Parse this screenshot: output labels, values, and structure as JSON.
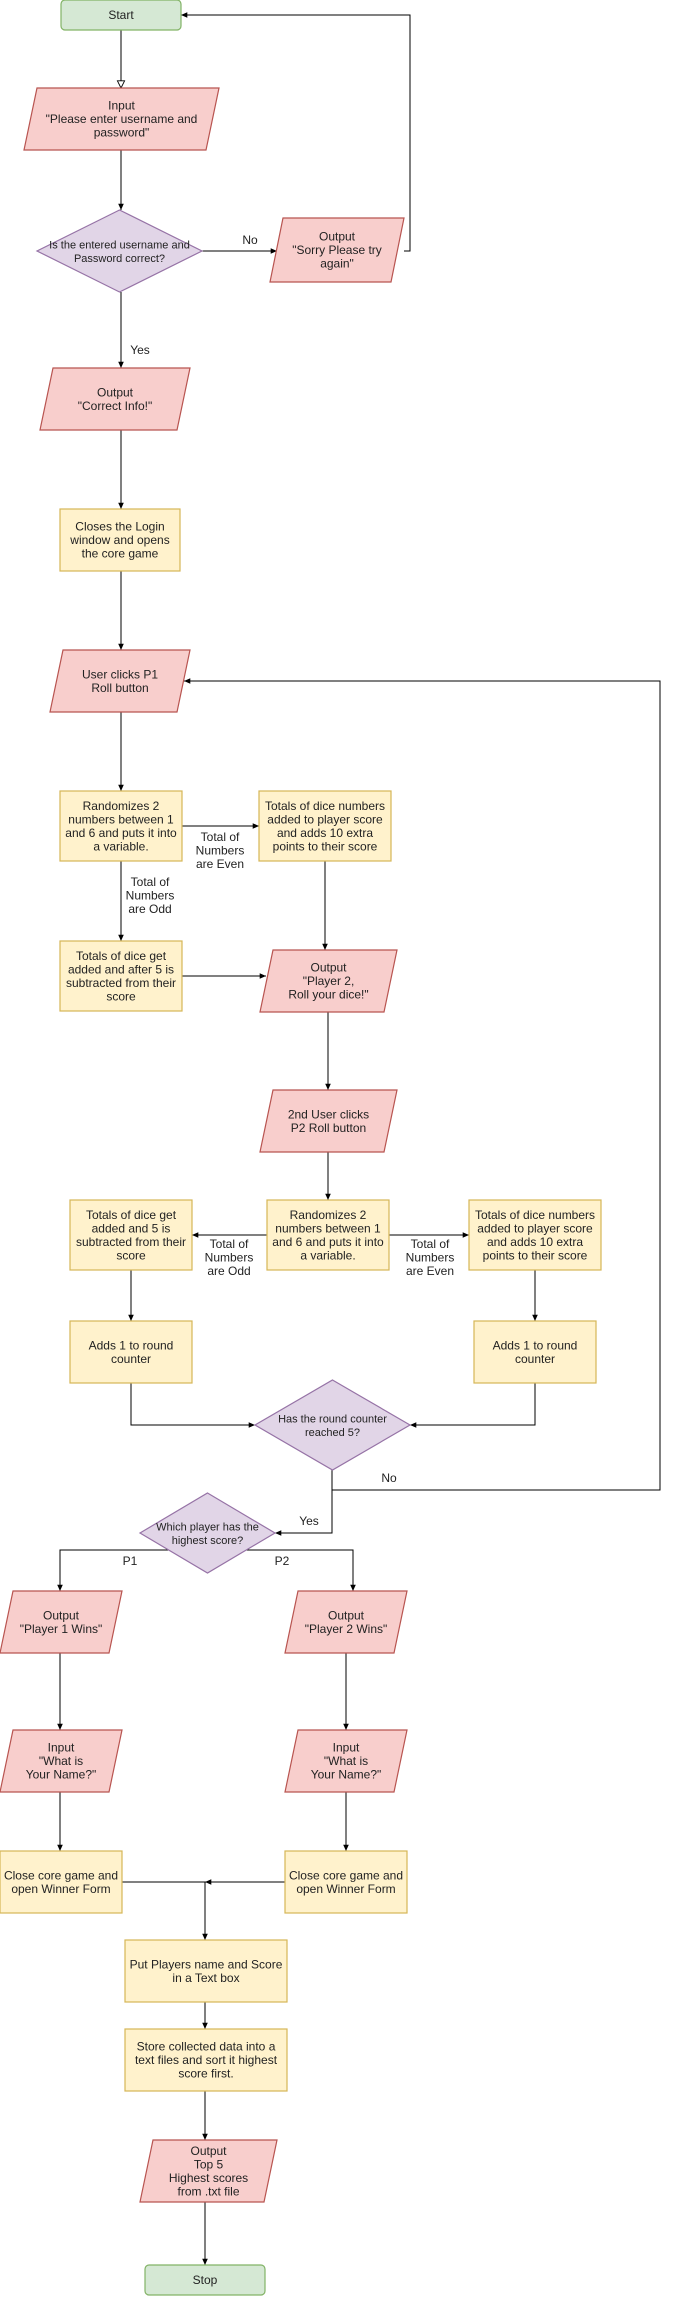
{
  "colors": {
    "terminal_fill": "#d5e8d4",
    "terminal_stroke": "#82b366",
    "io_fill": "#f8cecc",
    "io_stroke": "#b85450",
    "process_fill": "#fff2cc",
    "process_stroke": "#d6b656",
    "decision_fill": "#e1d5e7",
    "decision_stroke": "#9673a6",
    "edge": "#000000"
  },
  "nodes": {
    "start": {
      "shape": "terminal",
      "lines": [
        "Start"
      ]
    },
    "login_input": {
      "shape": "io",
      "lines": [
        "Input",
        "\"Please enter username and",
        "password\""
      ]
    },
    "check_login": {
      "shape": "decision",
      "lines": [
        "Is the entered username and",
        "Password correct?"
      ]
    },
    "sorry": {
      "shape": "io",
      "lines": [
        "Output",
        "\"Sorry Please try",
        "again\""
      ]
    },
    "correct": {
      "shape": "io",
      "lines": [
        "Output",
        "\"Correct Info!\""
      ]
    },
    "open_game": {
      "shape": "process",
      "lines": [
        "Closes the Login",
        "window and opens",
        "the core game"
      ]
    },
    "p1_roll": {
      "shape": "io",
      "lines": [
        "User clicks P1",
        "Roll button"
      ]
    },
    "p1_random": {
      "shape": "process",
      "lines": [
        "Randomizes 2",
        "numbers between 1",
        "and 6 and puts it into",
        "a variable."
      ]
    },
    "p1_even": {
      "shape": "process",
      "lines": [
        "Totals of dice numbers",
        "added to player score",
        "and adds 10 extra",
        "points to their score"
      ]
    },
    "p1_odd": {
      "shape": "process",
      "lines": [
        "Totals of dice get",
        "added and after 5 is",
        "subtracted from their",
        "score"
      ]
    },
    "p2_prompt": {
      "shape": "io",
      "lines": [
        "Output",
        "\"Player 2,",
        "Roll your dice!\""
      ]
    },
    "p2_roll": {
      "shape": "io",
      "lines": [
        "2nd User clicks",
        "P2 Roll button"
      ]
    },
    "p2_random": {
      "shape": "process",
      "lines": [
        "Randomizes 2",
        "numbers between 1",
        "and 6 and puts it into",
        "a variable."
      ]
    },
    "p2_odd": {
      "shape": "process",
      "lines": [
        "Totals of dice get",
        "added and 5 is",
        "subtracted from their",
        "score"
      ]
    },
    "p2_even": {
      "shape": "process",
      "lines": [
        "Totals of dice numbers",
        "added to player score",
        "and adds 10 extra",
        "points to their score"
      ]
    },
    "round_left": {
      "shape": "process",
      "lines": [
        "Adds 1 to round",
        "counter"
      ]
    },
    "round_right": {
      "shape": "process",
      "lines": [
        "Adds 1 to round",
        "counter"
      ]
    },
    "round_check": {
      "shape": "decision",
      "lines": [
        "Has the round counter",
        "reached 5?"
      ]
    },
    "highest": {
      "shape": "decision",
      "lines": [
        "Which player has the",
        "highest score?"
      ]
    },
    "p1_wins": {
      "shape": "io",
      "lines": [
        "Output",
        "\"Player 1 Wins\""
      ]
    },
    "p2_wins": {
      "shape": "io",
      "lines": [
        "Output",
        "\"Player 2 Wins\""
      ]
    },
    "name_left": {
      "shape": "io",
      "lines": [
        "Input",
        "\"What is",
        "Your Name?\""
      ]
    },
    "name_right": {
      "shape": "io",
      "lines": [
        "Input",
        "\"What is",
        "Your Name?\""
      ]
    },
    "close_left": {
      "shape": "process",
      "lines": [
        "Close core game and",
        "open Winner Form"
      ]
    },
    "close_right": {
      "shape": "process",
      "lines": [
        "Close core game and",
        "open Winner Form"
      ]
    },
    "textbox": {
      "shape": "process",
      "lines": [
        "Put Players name and Score",
        "in a Text box"
      ]
    },
    "store": {
      "shape": "process",
      "lines": [
        "Store collected data into a",
        "text files and sort it highest",
        "score first."
      ]
    },
    "top5": {
      "shape": "io",
      "lines": [
        "Output",
        "Top 5",
        "Highest scores",
        "from .txt file"
      ]
    },
    "stop": {
      "shape": "terminal",
      "lines": [
        "Stop"
      ]
    }
  },
  "edge_labels": {
    "no_login": [
      "No"
    ],
    "yes_login": [
      "Yes"
    ],
    "p1_even": [
      "Total of",
      "Numbers",
      "are Even"
    ],
    "p1_odd": [
      "Total of",
      "Numbers",
      "are Odd"
    ],
    "p2_odd": [
      "Total of",
      "Numbers",
      "are Odd"
    ],
    "p2_even": [
      "Total of",
      "Numbers",
      "are Even"
    ],
    "no_round": [
      "No"
    ],
    "yes_round": [
      "Yes"
    ],
    "p1_branch": [
      "P1"
    ],
    "p2_branch": [
      "P2"
    ]
  }
}
